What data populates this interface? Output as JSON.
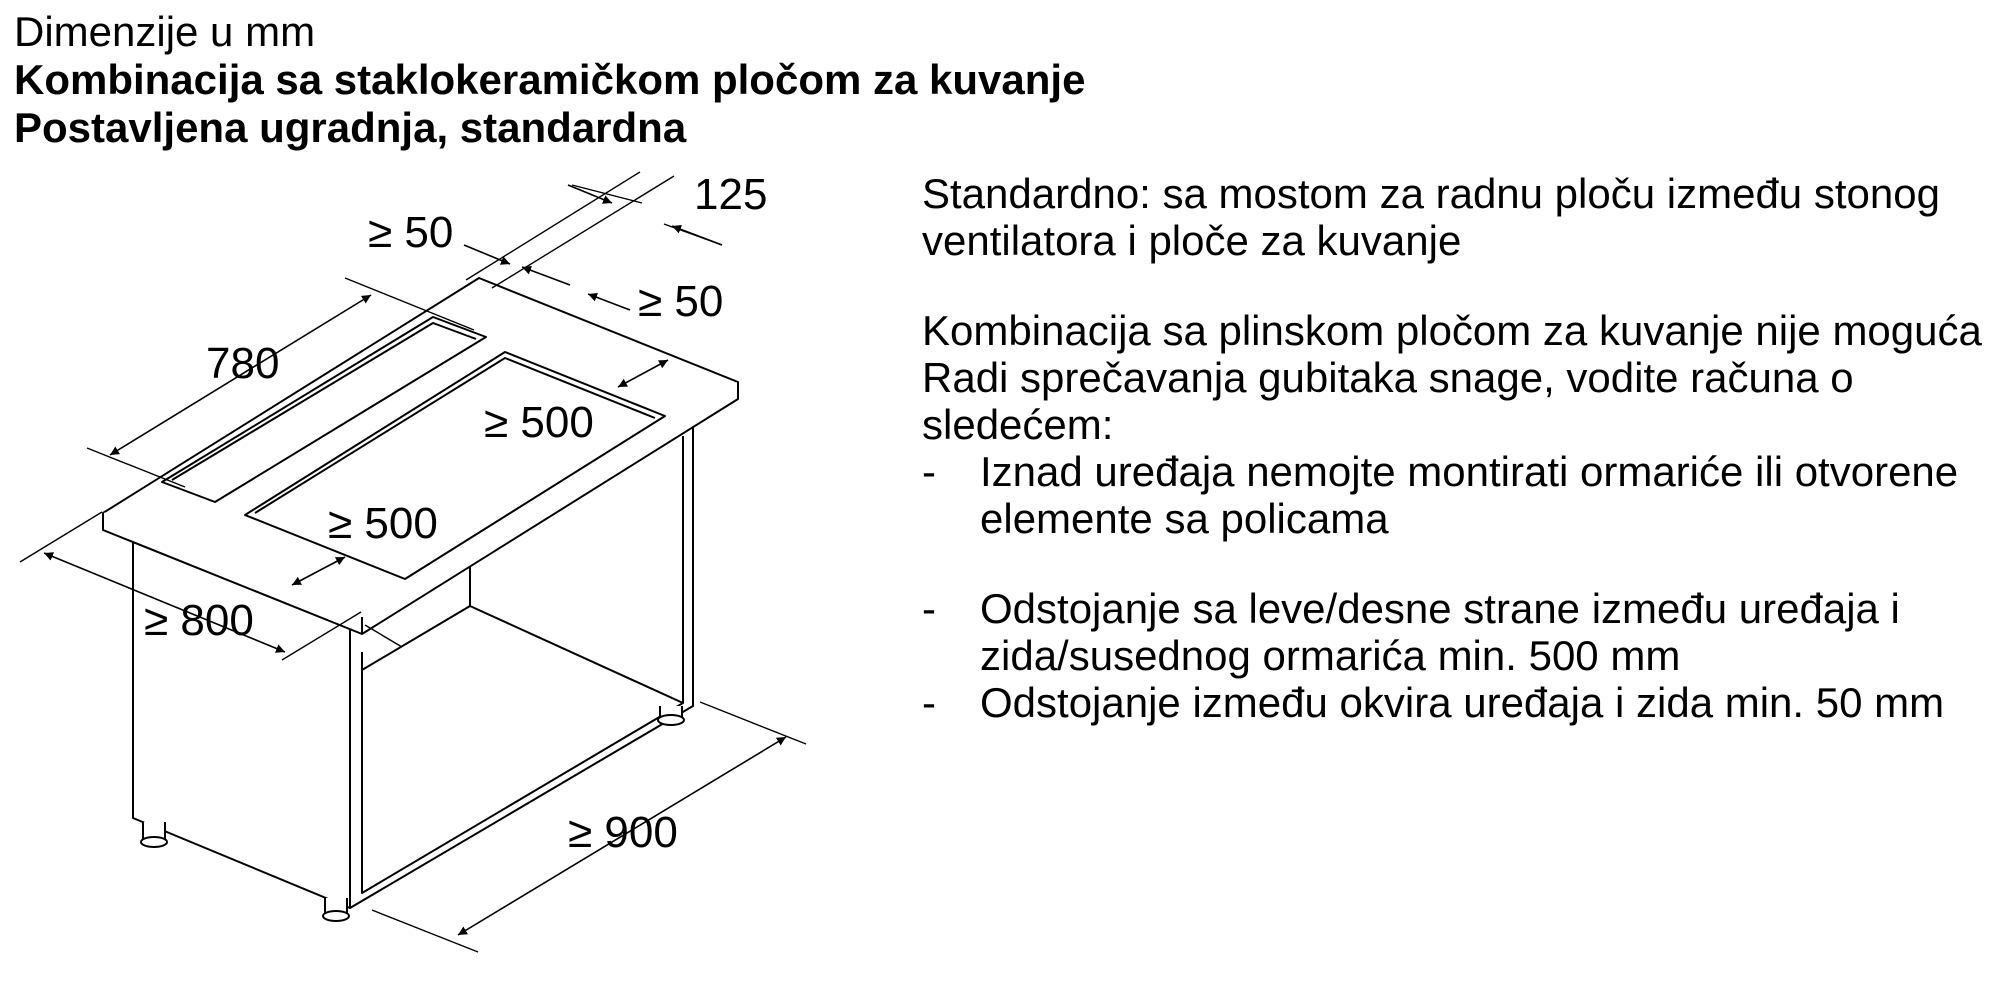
{
  "header": {
    "line1": "Dimenzije u mm",
    "line2": "Kombinacija sa staklokeramičkom pločom za kuvanje",
    "line3": "Postavljena ugradnja, standardna"
  },
  "diagram": {
    "dimensions": {
      "d125": "125",
      "gap50_top": "≥ 50",
      "gap50_right": "≥ 50",
      "width780": "780",
      "depth500_inner": "≥ 500",
      "depth500_front": "≥ 500",
      "height800": "≥ 800",
      "width900": "≥ 900"
    }
  },
  "notes": {
    "p1": "Standardno: sa mostom za radnu ploču između stonog ventilatora i ploče za kuvanje",
    "p2": "Kombinacija sa plinskom pločom za kuvanje nije moguća",
    "p3": "Radi sprečavanja gubitaka snage, vodite računa o sledećem:",
    "bullet": "-",
    "items": [
      "Iznad uređaja nemojte montirati ormariće ili otvorene elemente sa policama",
      "Odstojanje sa leve/desne strane između uređaja i zida/susednog ormarića min. 500 mm",
      "Odstojanje između okvira uređaja i zida min. 50 mm"
    ]
  }
}
